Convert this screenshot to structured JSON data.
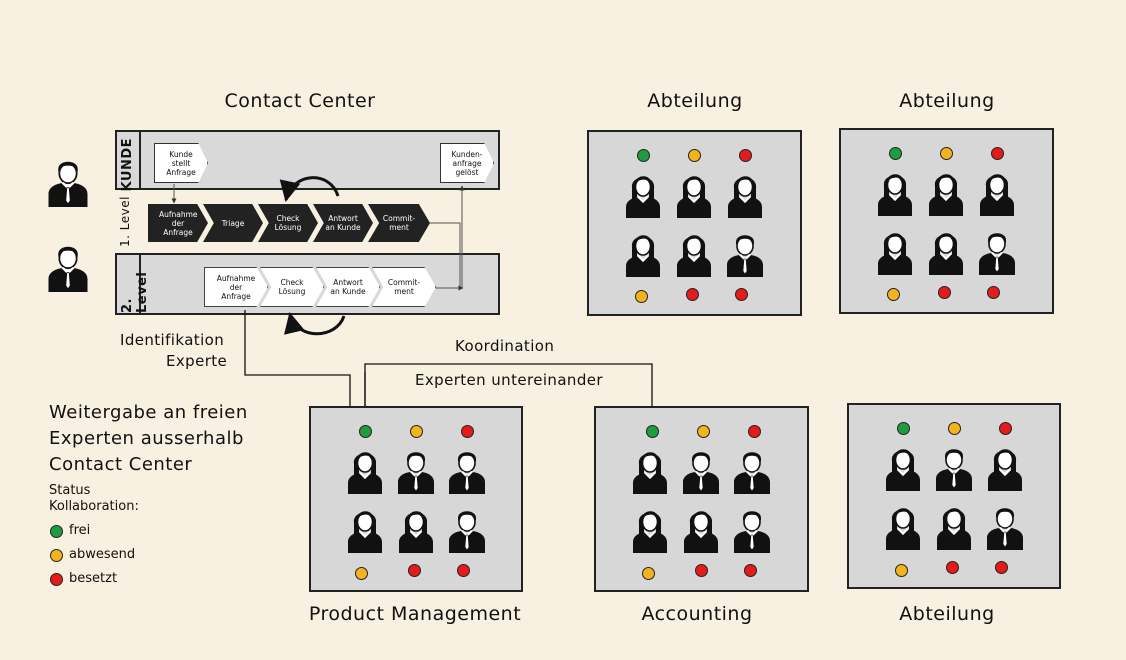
{
  "titles": {
    "contact_center": "Contact Center",
    "dept_top_1": "Abteilung",
    "dept_top_2": "Abteilung",
    "product_management": "Product Management",
    "accounting": "Accounting",
    "dept_bottom_3": "Abteilung"
  },
  "process": {
    "lane_kunde": "KUNDE",
    "lane_level1": "1. Level",
    "lane_level2": "2. Level",
    "kunde_start": "Kunde stellt Anfrage",
    "kunde_end": "Kunden-anfrage gelöst",
    "level1_steps": [
      "Aufnahme der Anfrage",
      "Triage",
      "Check Lösung",
      "Antwort an Kunde",
      "Commit-ment"
    ],
    "level2_steps": [
      "Aufnahme der Anfrage",
      "Check Lösung",
      "Antwort an Kunde",
      "Commit-ment"
    ]
  },
  "labels": {
    "identifikation": "Identifikation",
    "experte": "Experte",
    "koordination": "Koordination",
    "experten_untereinander": "Experten untereinander",
    "weitergabe_1": "Weitergabe an freien",
    "weitergabe_2": "Experten ausserhalb",
    "weitergabe_3": "Contact Center"
  },
  "legend": {
    "title_1": "Status",
    "title_2": "Kollaboration:",
    "items": [
      {
        "label": "frei",
        "color": "#1e9c3e"
      },
      {
        "label": "abwesend",
        "color": "#f2b31b"
      },
      {
        "label": "besetzt",
        "color": "#e41b1b"
      }
    ]
  },
  "colors": {
    "background": "#f8f0e0",
    "panel": "#d7d7d7",
    "status_free": "#1e9c3e",
    "status_away": "#f2b31b",
    "status_busy": "#e41b1b"
  }
}
